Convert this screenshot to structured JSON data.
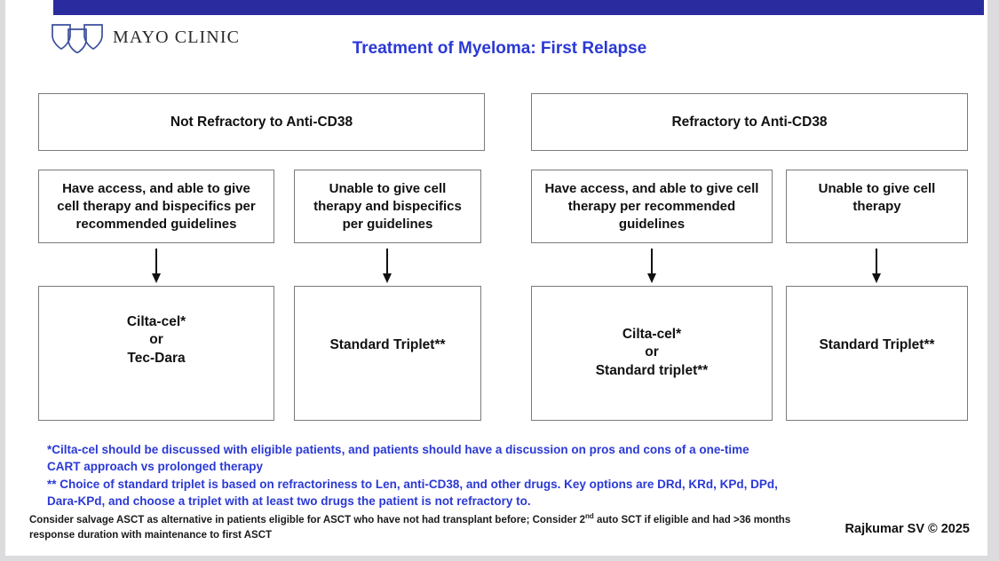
{
  "brand": {
    "logo_icon": "mayo-clinic-shields-icon",
    "name": "MAYO CLINIC",
    "header_bar_color": "#2b2ba0"
  },
  "title": "Treatment of Myeloma: First Relapse",
  "title_color": "#2b39d4",
  "flow": {
    "row1": [
      {
        "id": "not-refractory",
        "label": "Not Refractory to Anti-CD38"
      },
      {
        "id": "refractory",
        "label": "Refractory to Anti-CD38"
      }
    ],
    "row2": [
      {
        "id": "left-access",
        "label": "Have access, and able to give\ncell therapy and bispecifics per\nrecommended guidelines"
      },
      {
        "id": "left-unable",
        "label": "Unable to give cell\ntherapy and bispecifics\nper guidelines"
      },
      {
        "id": "right-access",
        "label": "Have access, and able to give cell\ntherapy per recommended\nguidelines"
      },
      {
        "id": "right-unable",
        "label": "Unable to give cell\ntherapy"
      }
    ],
    "row3": [
      {
        "id": "left-treatment",
        "label": "Cilta-cel*\nor\nTec-Dara"
      },
      {
        "id": "left-standard",
        "label": "Standard Triplet**"
      },
      {
        "id": "right-treatment",
        "label": "Cilta-cel*\nor\nStandard triplet**"
      },
      {
        "id": "right-standard",
        "label": "Standard Triplet**"
      }
    ],
    "arrow_icon": "down-arrow-icon",
    "box_border_color": "#7b7b7b"
  },
  "footnotes": {
    "single_star": "*Cilta-cel should be discussed with eligible patients, and patients should have a discussion on pros and cons of a one-time\nCART approach  vs prolonged therapy",
    "double_star": "** Choice of standard triplet is based on refractoriness to Len, anti-CD38, and other drugs. Key options are DRd, KRd, KPd, DPd,\nDara-KPd, and choose a triplet with at least two drugs the patient is not refractory to.",
    "note_part1": "Consider salvage ASCT as alternative in patients eligible for ASCT who have not had transplant before; Consider 2",
    "note_sup": "nd",
    "note_part2": " auto SCT if eligible and had >36 months response duration with maintenance to first ASCT"
  },
  "credit": "Rajkumar SV © 2025"
}
